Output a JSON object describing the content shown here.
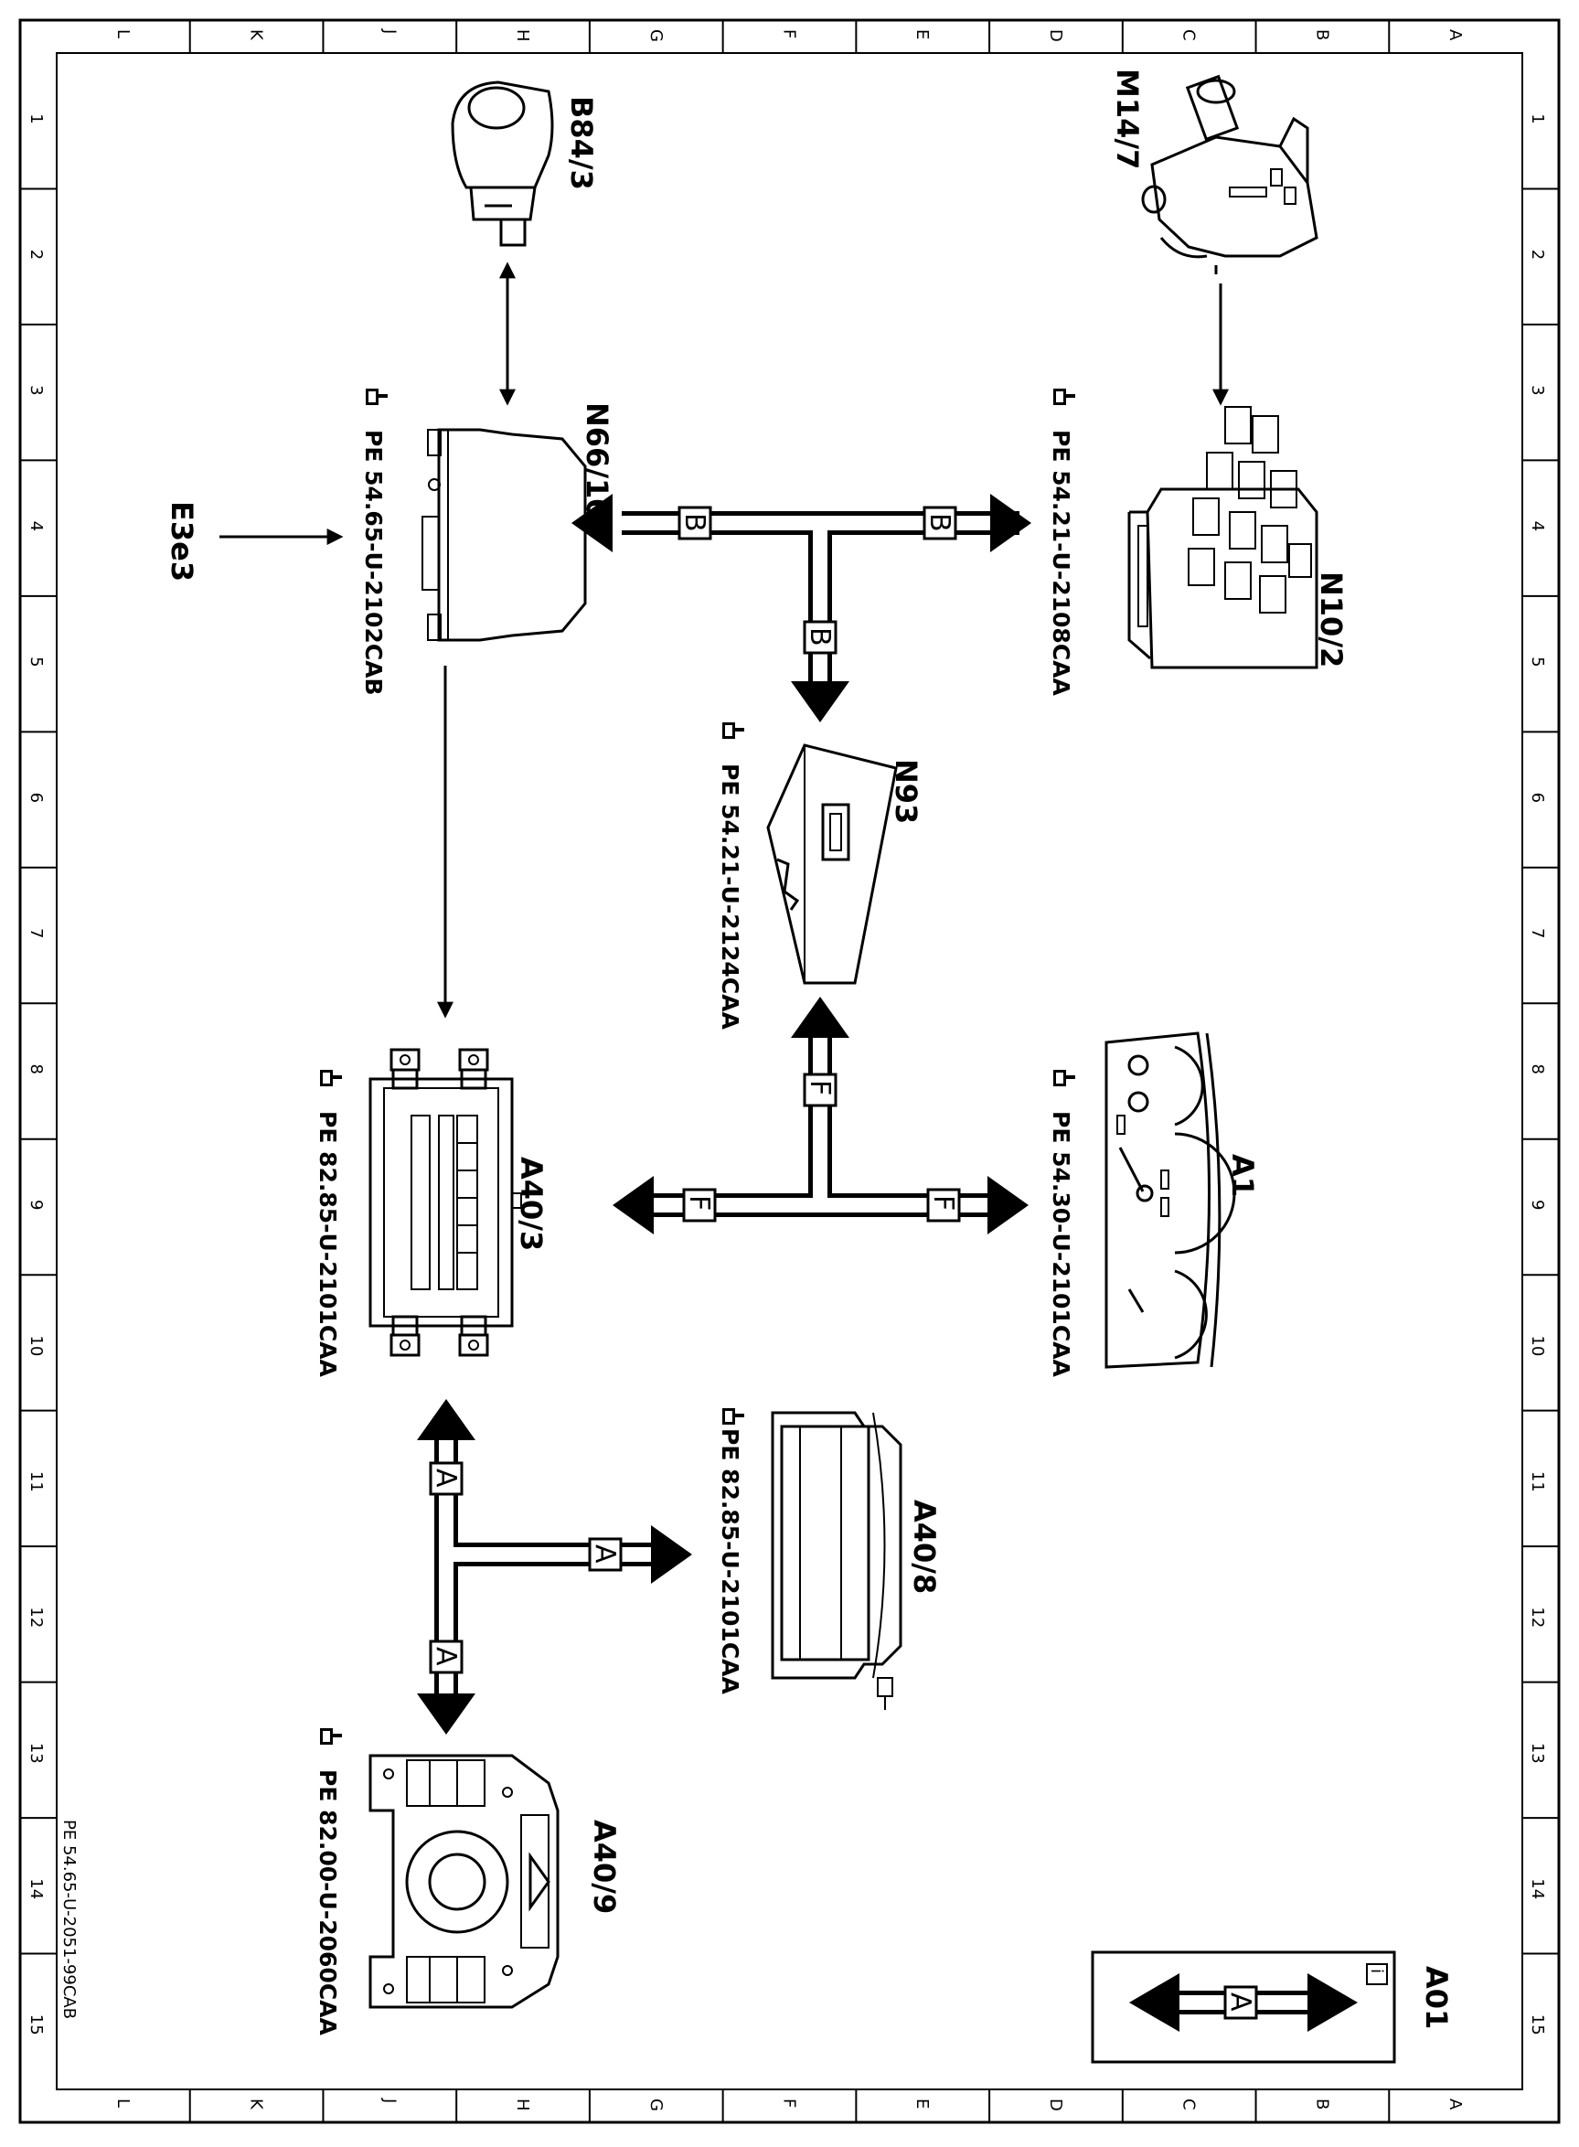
{
  "grid_letters": [
    "L",
    "K",
    "J",
    "H",
    "G",
    "F",
    "E",
    "D",
    "C",
    "B",
    "A"
  ],
  "grid_numbers": [
    "1",
    "2",
    "3",
    "4",
    "5",
    "6",
    "7",
    "8",
    "9",
    "10",
    "11",
    "12",
    "13",
    "14",
    "15"
  ],
  "drawing_reference": "PE 54.65-U-2051-99CAB",
  "components": {
    "m14_7": {
      "label": "M14/7"
    },
    "b84_3": {
      "label": "B84/3"
    },
    "n10_2": {
      "label": "N10/2",
      "ref": "PE 54.21-U-2108CAA"
    },
    "n66_10": {
      "label": "N66/10",
      "ref": "PE 54.65-U-2102CAB"
    },
    "e3e3": {
      "label": "E3e3"
    },
    "n93": {
      "label": "N93",
      "ref": "PE 54.21-U-2124CAA"
    },
    "a1": {
      "label": "A1",
      "ref": "PE 54.30-U-2101CAA"
    },
    "a40_3": {
      "label": "A40/3",
      "ref": "PE 82.85-U-2101CAA"
    },
    "a40_8": {
      "label": "A40/8",
      "ref": "PE 82.85-U-2101CAA"
    },
    "a40_9": {
      "label": "A40/9",
      "ref": "PE 82.00-U-2060CAA"
    }
  },
  "bus_labels": {
    "b": "B",
    "f": "F",
    "a": "A"
  },
  "legend": {
    "title": "A01",
    "info_icon": "i",
    "bus": "A"
  }
}
